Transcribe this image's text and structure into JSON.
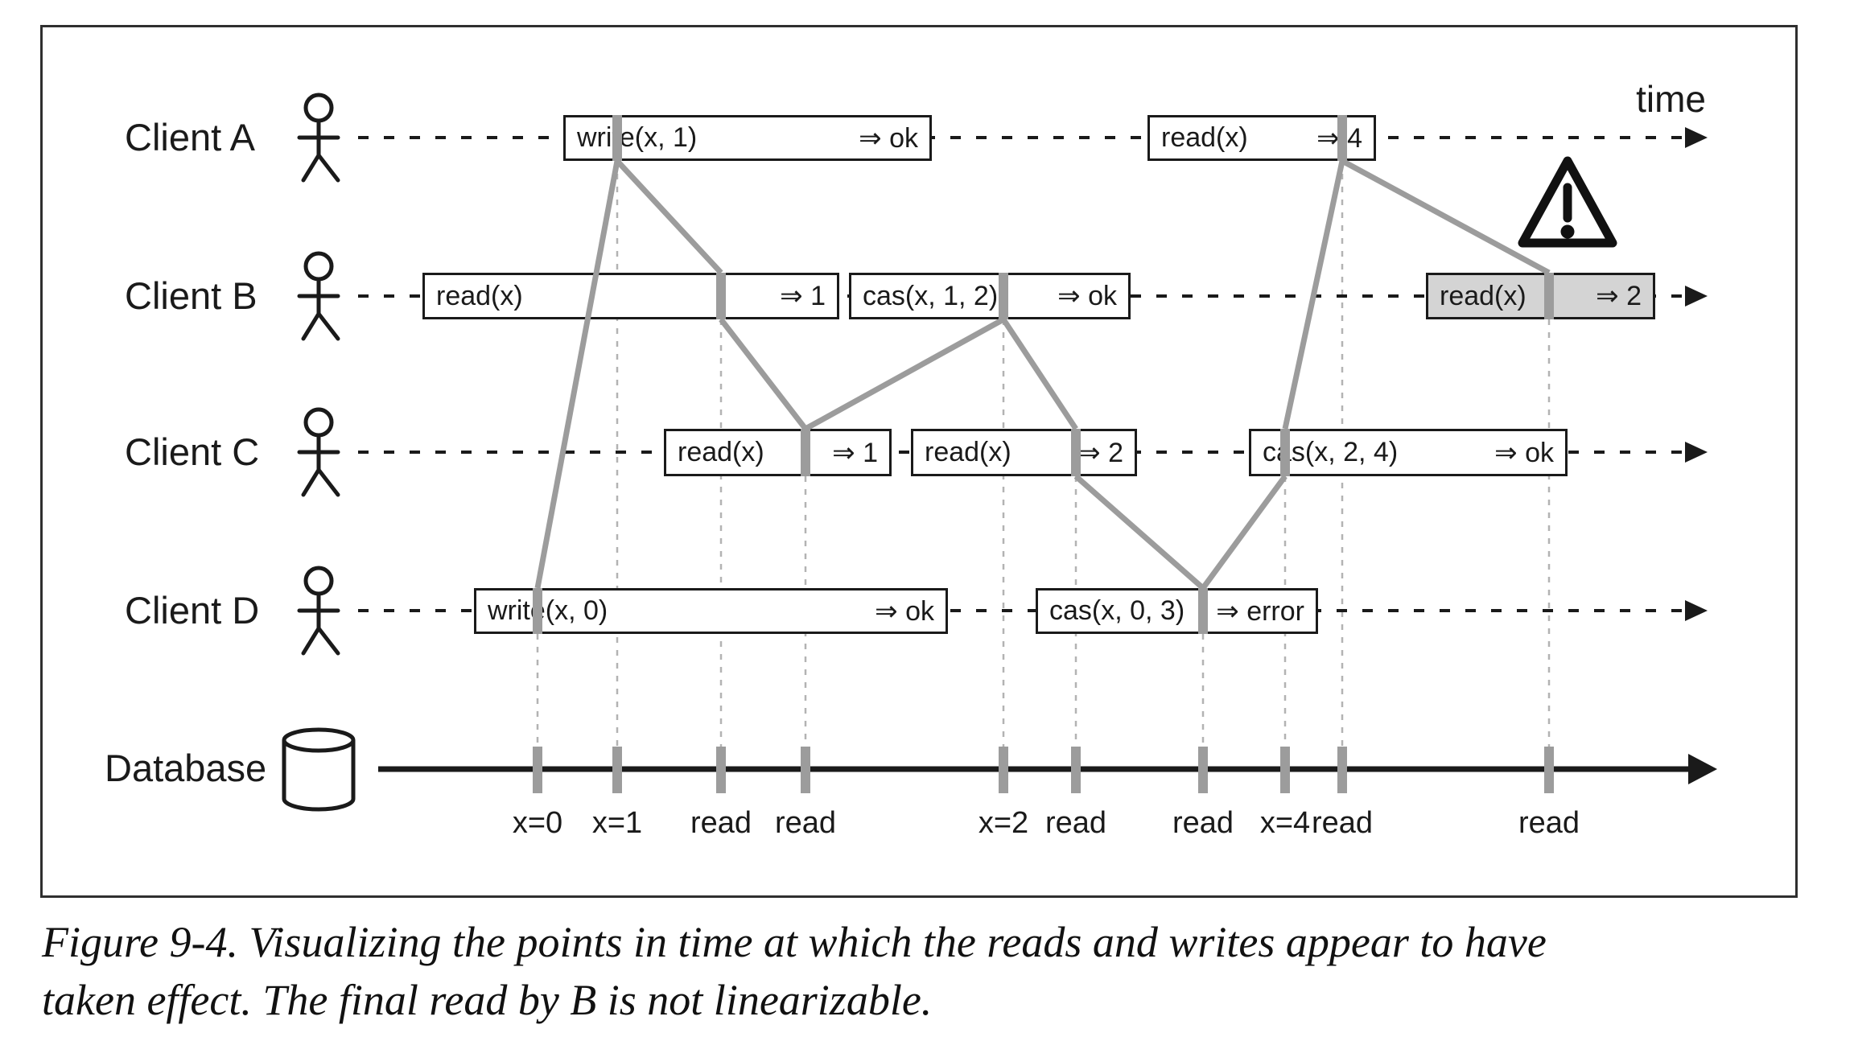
{
  "figure": {
    "time_axis_label": "time",
    "caption_line1": "Figure 9-4. Visualizing the points in time at which the reads and writes appear to have",
    "caption_line2": "taken effect. The final read by B is not linearizable."
  },
  "clients": [
    {
      "name": "Client A"
    },
    {
      "name": "Client B"
    },
    {
      "name": "Client C"
    },
    {
      "name": "Client D"
    }
  ],
  "database": {
    "label": "Database"
  },
  "operations": [
    {
      "client": "A",
      "label": "write(x, 1)",
      "result": "⇒ ok"
    },
    {
      "client": "A",
      "label": "read(x)",
      "result": "⇒ 4"
    },
    {
      "client": "B",
      "label": "read(x)",
      "result": "⇒ 1"
    },
    {
      "client": "B",
      "label": "cas(x, 1, 2)",
      "result": "⇒ ok"
    },
    {
      "client": "B",
      "label": "read(x)",
      "result": "⇒ 2",
      "highlighted": true
    },
    {
      "client": "C",
      "label": "read(x)",
      "result": "⇒ 1"
    },
    {
      "client": "C",
      "label": "read(x)",
      "result": "⇒ 2"
    },
    {
      "client": "C",
      "label": "cas(x, 2, 4)",
      "result": "⇒ ok"
    },
    {
      "client": "D",
      "label": "write(x, 0)",
      "result": "⇒ ok"
    },
    {
      "client": "D",
      "label": "cas(x, 0, 3)",
      "result": "⇒ error"
    }
  ],
  "db_ticks": [
    {
      "label": "x=0"
    },
    {
      "label": "x=1"
    },
    {
      "label": "read"
    },
    {
      "label": "read"
    },
    {
      "label": "x=2"
    },
    {
      "label": "read"
    },
    {
      "label": "read"
    },
    {
      "label": "x=4"
    },
    {
      "label": "read"
    },
    {
      "label": "read"
    }
  ],
  "icons": {
    "client": "person-icon",
    "database": "database-cylinder-icon",
    "warning": "warning-triangle-icon",
    "arrow": "timeline-arrow-icon"
  },
  "colors": {
    "ink": "#1a1a1a",
    "line_gray": "#9c9c9c",
    "dotted_gray": "#b3b3b3",
    "highlight_fill": "#d4d4d4"
  }
}
